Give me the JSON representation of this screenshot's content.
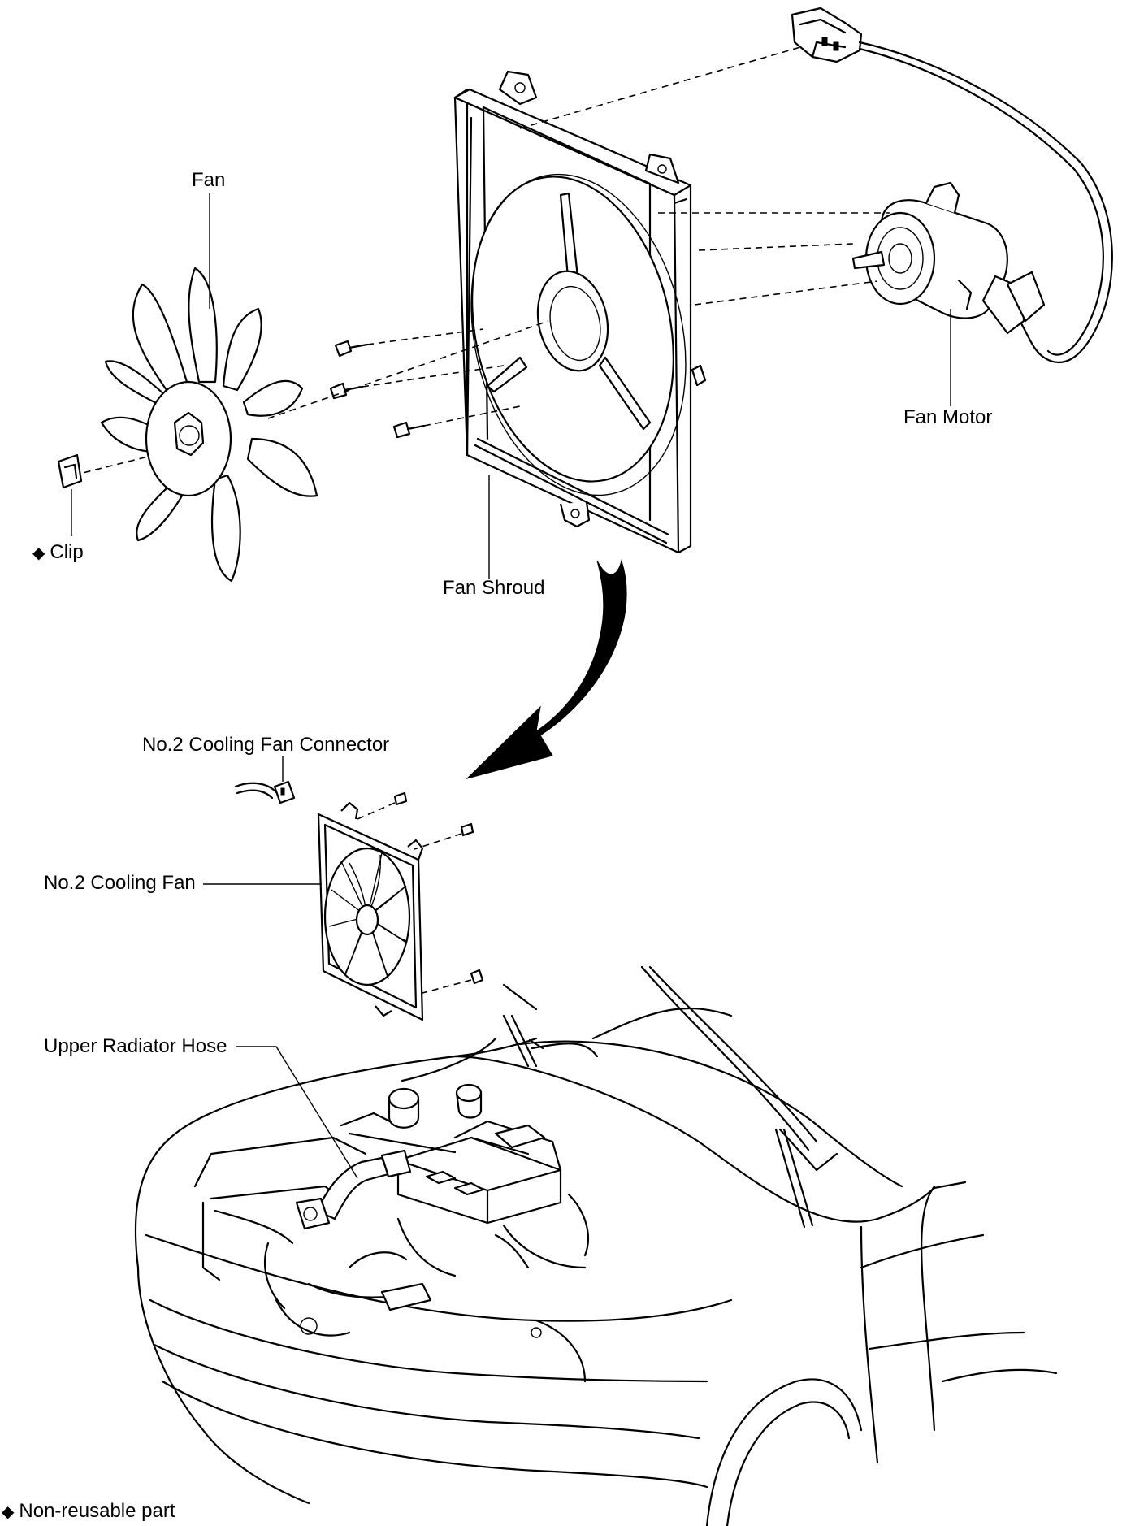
{
  "labels": {
    "fan": "Fan",
    "fan_motor": "Fan Motor",
    "clip": "Clip",
    "fan_shroud": "Fan Shroud",
    "no2_connector": "No.2 Cooling Fan Connector",
    "no2_fan": "No.2 Cooling Fan",
    "upper_hose": "Upper Radiator Hose",
    "legend": "Non-reusable part"
  },
  "non_reusable_mark": "◆"
}
